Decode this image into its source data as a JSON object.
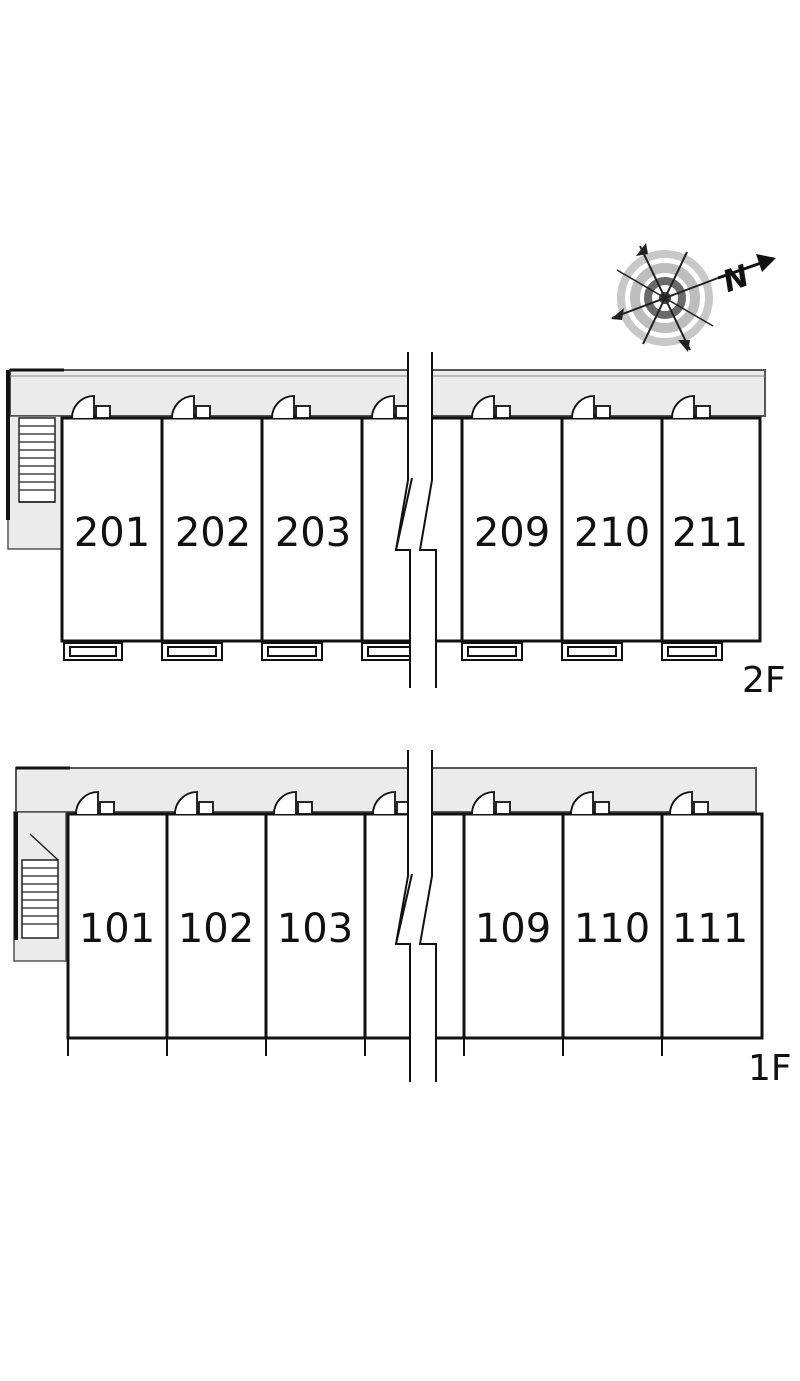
{
  "compass": {
    "north_label": "N"
  },
  "floors": [
    {
      "label": "2F",
      "rooms": [
        "201",
        "202",
        "203",
        "",
        "209",
        "210",
        "211"
      ]
    },
    {
      "label": "1F",
      "rooms": [
        "101",
        "102",
        "103",
        "",
        "109",
        "110",
        "111"
      ]
    }
  ]
}
